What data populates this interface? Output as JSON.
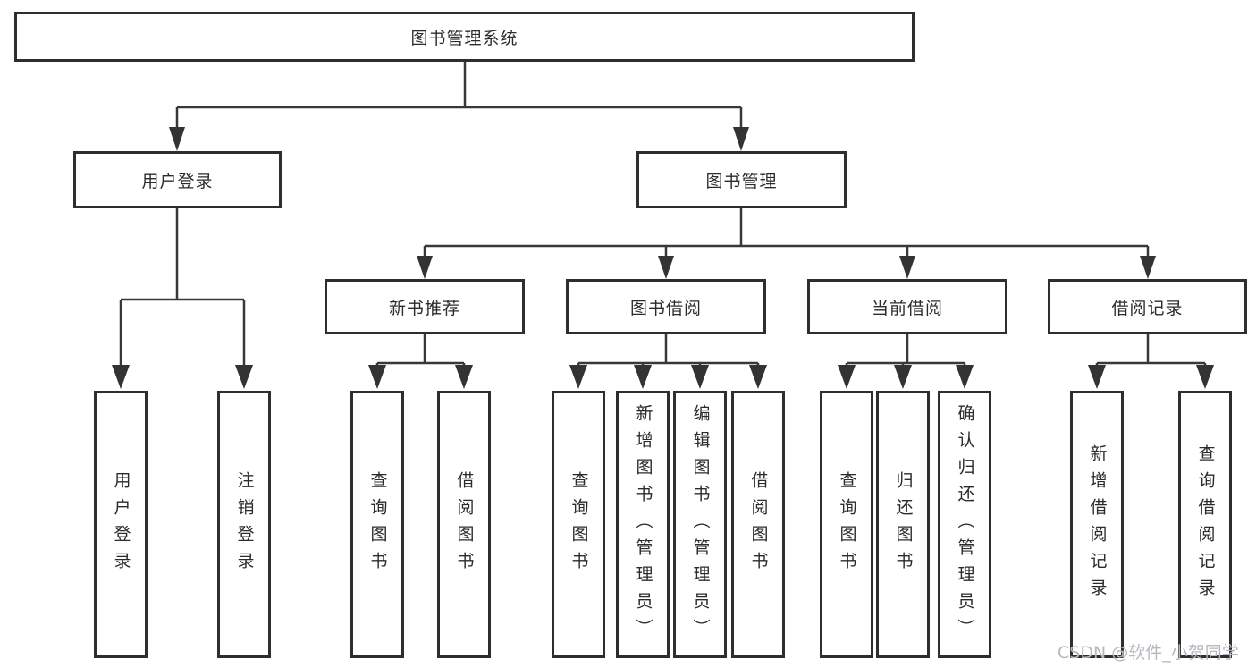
{
  "diagram_title": "图书管理系统",
  "nodes": {
    "root": {
      "label": "图书管理系统"
    },
    "level2": [
      {
        "label": "用户登录"
      },
      {
        "label": "图书管理"
      }
    ],
    "level3": [
      {
        "label": "新书推荐",
        "parent": "图书管理"
      },
      {
        "label": "图书借阅",
        "parent": "图书管理"
      },
      {
        "label": "当前借阅",
        "parent": "图书管理"
      },
      {
        "label": "借阅记录",
        "parent": "图书管理"
      }
    ],
    "leaves": [
      {
        "label": "用户登录",
        "parent": "用户登录"
      },
      {
        "label": "注销登录",
        "parent": "用户登录"
      },
      {
        "label": "查询图书",
        "parent": "新书推荐"
      },
      {
        "label": "借阅图书",
        "parent": "新书推荐"
      },
      {
        "label": "查询图书",
        "parent": "图书借阅"
      },
      {
        "label": "新增图书（管理员）",
        "parent": "图书借阅"
      },
      {
        "label": "编辑图书（管理员）",
        "parent": "图书借阅"
      },
      {
        "label": "借阅图书",
        "parent": "图书借阅"
      },
      {
        "label": "查询图书",
        "parent": "当前借阅"
      },
      {
        "label": "归还图书",
        "parent": "当前借阅"
      },
      {
        "label": "确认归还（管理员）",
        "parent": "当前借阅"
      },
      {
        "label": "新增借阅记录",
        "parent": "借阅记录"
      },
      {
        "label": "查询借阅记录",
        "parent": "借阅记录"
      }
    ]
  },
  "watermark": "CSDN @软件_小贺同学",
  "colors": {
    "line": "#383838",
    "arrow": "#333333",
    "box_border": "#2e2e2e",
    "text": "#2b2b2b",
    "background": "#ffffff",
    "watermark": "#b5b9bf"
  }
}
